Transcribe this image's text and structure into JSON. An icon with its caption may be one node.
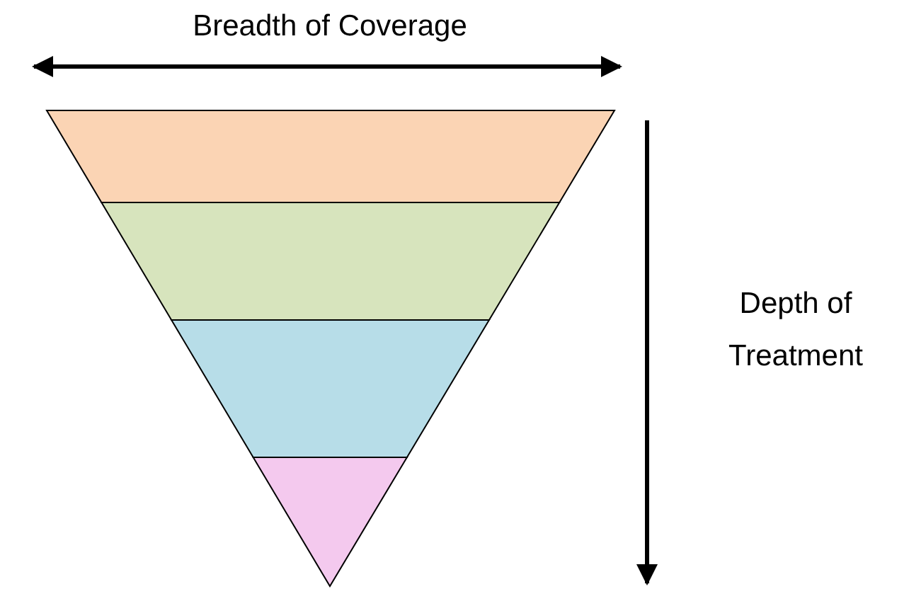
{
  "diagram": {
    "nodes": [
      {
        "text": [],
        "shape": "trapezoid"
      },
      {
        "text": [],
        "shape": "trapezoid"
      },
      {
        "text": [],
        "shape": "trapezoid"
      },
      {
        "text": [],
        "shape": "triangle"
      }
    ],
    "labels": [
      "Breadth of Coverage",
      "Depth of Treatment"
    ]
  }
}
